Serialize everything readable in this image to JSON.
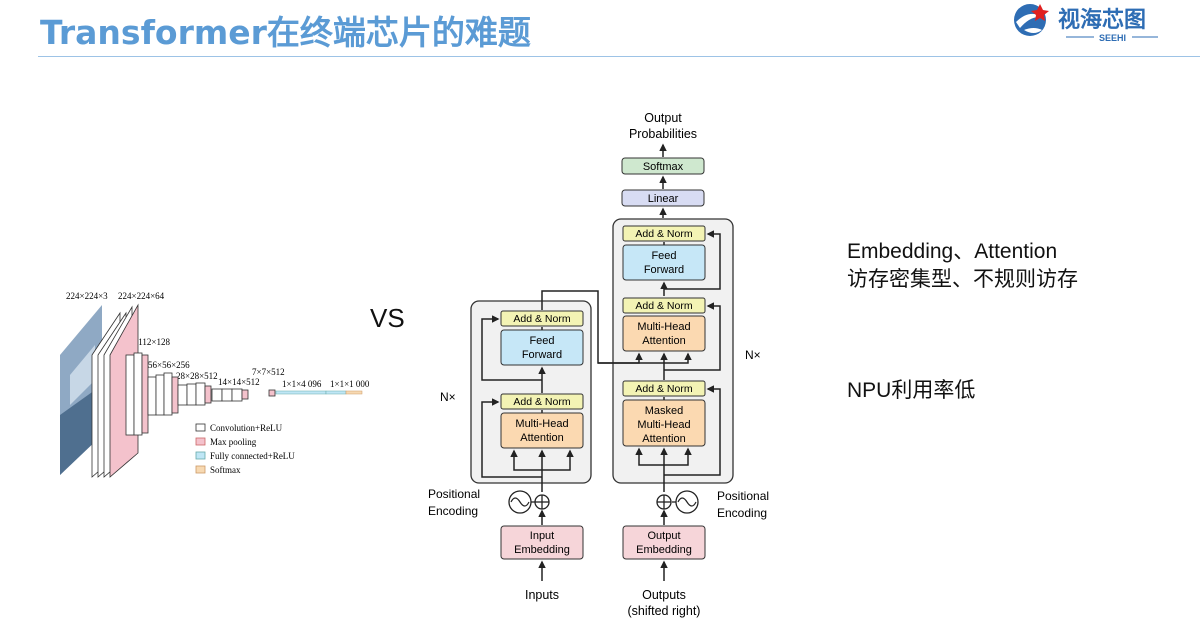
{
  "header": {
    "title": "Transformer在终端芯片的难题",
    "logo_text": "视海芯图",
    "logo_subtext": "SEEHI"
  },
  "vs_label": "VS",
  "notes": {
    "line1": "Embedding、Attention",
    "line2": "访存密集型、不规则访存",
    "line3": "NPU利用率低"
  },
  "vgg": {
    "dims": [
      "224×224×3",
      "224×224×64",
      "112×112×128",
      "56×56×256",
      "28×28×512",
      "14×14×512",
      "7×7×512",
      "1×1×4 096",
      "1×1×1 000"
    ],
    "legend": [
      {
        "label": "Convolution+ReLU",
        "color": "#ffffff"
      },
      {
        "label": "Max pooling",
        "color": "#f4c2cc"
      },
      {
        "label": "Fully connected+ReLU",
        "color": "#bfe6f5"
      },
      {
        "label": "Softmax",
        "color": "#f7d9b2"
      }
    ]
  },
  "transformer": {
    "output_top": "Output",
    "output_bottom": "Probabilities",
    "softmax": "Softmax",
    "linear": "Linear",
    "add_norm": "Add & Norm",
    "feed": "Feed",
    "forward": "Forward",
    "multi_head": "Multi-Head",
    "attention": "Attention",
    "masked": "Masked",
    "nx": "N×",
    "positional": "Positional",
    "encoding": "Encoding",
    "input": "Input",
    "output": "Output",
    "embedding": "Embedding",
    "inputs": "Inputs",
    "outputs": "Outputs",
    "shifted": "(shifted right)"
  },
  "colors": {
    "title": "#5b9bd5",
    "add_norm": "#f3f3b4",
    "feed_forward": "#c6e7f7",
    "attention": "#fbd9b1",
    "embedding": "#f6d5d9",
    "linear": "#d8dcf3",
    "softmax": "#cfe8cf"
  }
}
